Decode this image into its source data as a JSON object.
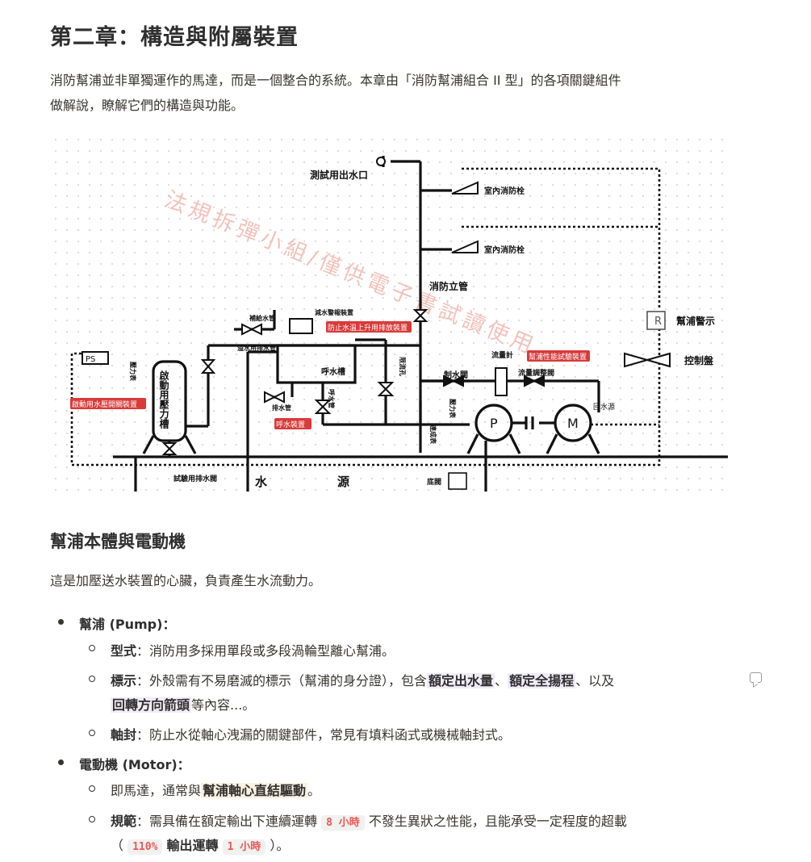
{
  "chapter": {
    "title": "第二章：構造與附屬裝置",
    "intro_line1": "消防幫浦並非單獨運作的馬達，而是一個整合的系統。本章由「消防幫浦組合 II 型」的各項關鍵組件",
    "intro_line2": "做解說，瞭解它們的構造與功能。"
  },
  "diagram": {
    "watermark": "法規拆彈小組/僅供電子書試讀使用",
    "labels": {
      "test_outlet": "測試用出水口",
      "hydrant_1": "室內消防栓",
      "hydrant_2": "室內消防栓",
      "riser": "消防立管",
      "pump_alarm": "幫浦警示",
      "control_panel": "控制盤",
      "refill_pipe": "補給水管",
      "low_water_alarm": "減水警報裝置",
      "anti_temp_rise": "防止水溫上升用排放裝置",
      "overflow_drain": "溢水用排水管",
      "ps": "PS",
      "pressure_gauge_1": "壓力表",
      "pressure_tank": "啟動用壓力槽",
      "priming_tank": "呼水槽",
      "priming_pipe": "呼水管",
      "drain_pipe": "排水管",
      "orifice": "限流孔",
      "check_valve": "制水閥",
      "flow_meter": "流量計",
      "perf_test": "幫浦性能試驗裝置",
      "flow_adjust_valve": "流量調整閥",
      "return_water": "回水源",
      "pressure_gauge_2": "壓力表",
      "compound_gauge": "連成表",
      "pump": "P",
      "motor": "M",
      "tank_adjust": "啟動用水壓開關裝置",
      "priming_device": "呼水裝置",
      "test_drain_valve": "試驗用排水閥",
      "water_source_1": "水",
      "water_source_2": "源",
      "foot_valve": "底閥"
    }
  },
  "section": {
    "title": "幫浦本體與電動機",
    "intro": "這是加壓送水裝置的心臟，負責產生水流動力。",
    "pump": {
      "title": "幫浦 (Pump)：",
      "type_label": "型式",
      "type_text": "：消防用多採用單段或多段渦輪型離心幫浦。",
      "mark_label": "標示",
      "mark_text1": "：外殼需有不易磨滅的標示（幫浦的身分證），包含",
      "mark_hl1": "額定出水量",
      "mark_sep1": "、",
      "mark_hl2": "額定全揚程",
      "mark_sep2": "、以及",
      "mark_hl3": "回轉方向箭頭",
      "mark_text2": "等內容...。",
      "seal_label": "軸封",
      "seal_text": "：防止水從軸心洩漏的關鍵部件，常見有填料函式或機械軸封式。"
    },
    "motor": {
      "title": "電動機 (Motor)：",
      "desc_text": "即馬達，通常與",
      "desc_hl": "幫浦軸心直結驅動",
      "desc_end": "。",
      "spec_label": "規範",
      "spec_text1": "：需具備在額定輸出下連續運轉",
      "spec_code1": "8 小時",
      "spec_text2": "不發生異狀之性能，且能承受一定程度的超載",
      "spec_open": "（",
      "spec_code2": "110%",
      "spec_mid": "輸出運轉",
      "spec_code3": "1 小時",
      "spec_close": "）。"
    }
  }
}
